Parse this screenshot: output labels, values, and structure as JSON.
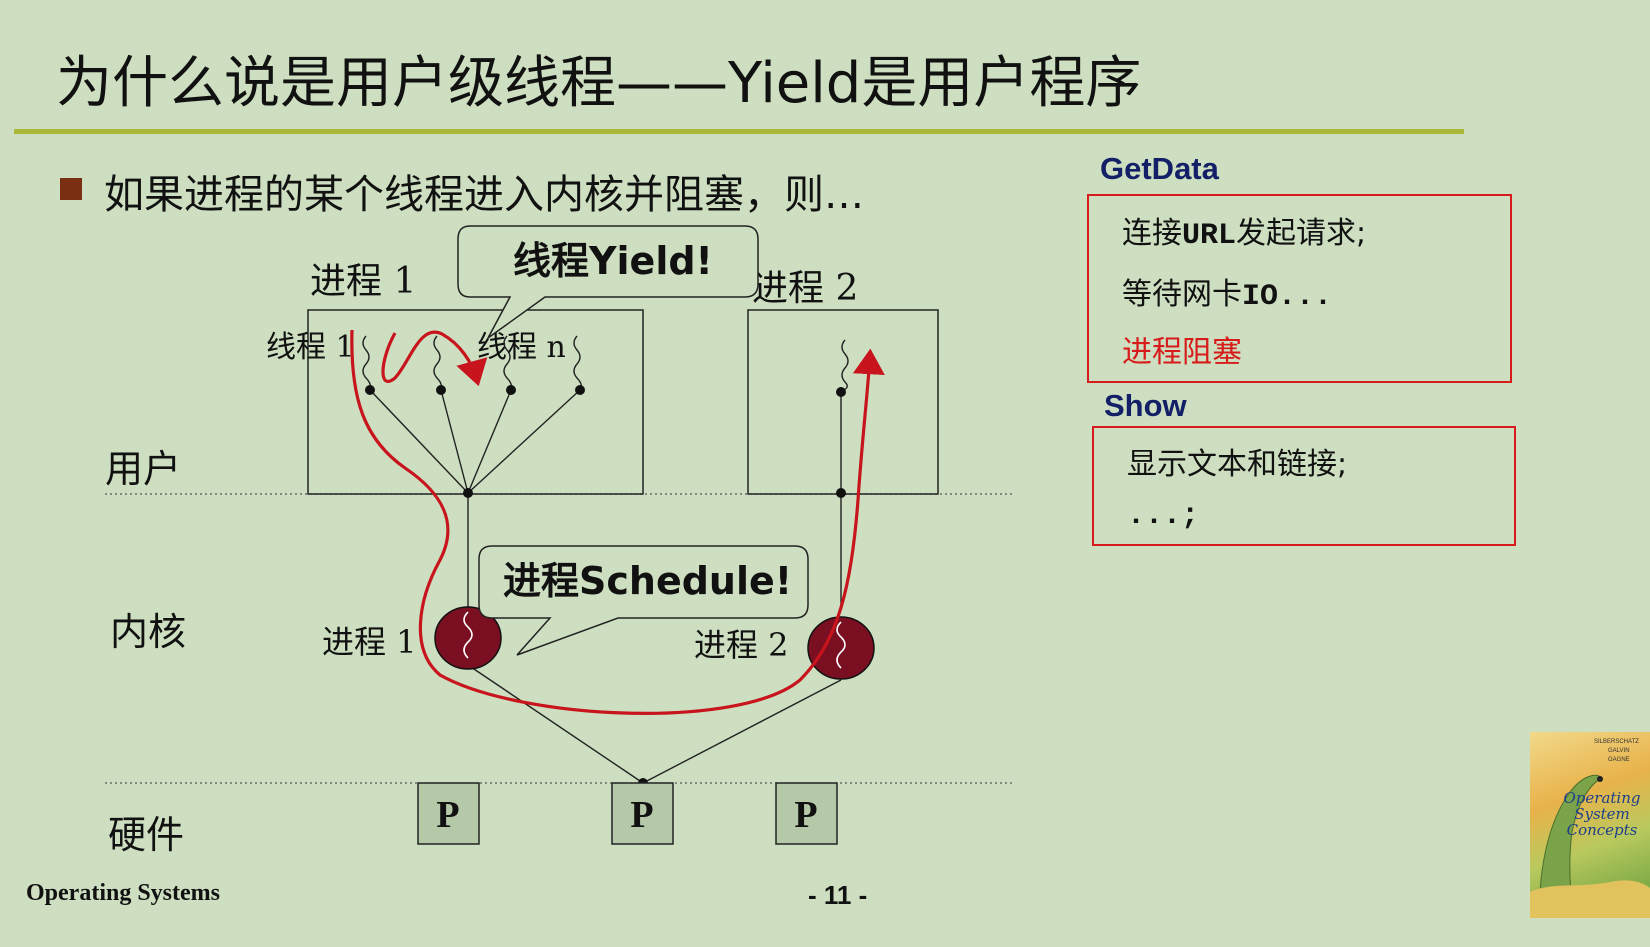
{
  "slide": {
    "title": "为什么说是用户级线程——Yield是用户程序",
    "bullet": "如果进程的某个线程进入内核并阻塞，则…"
  },
  "diagram": {
    "levels": {
      "user": "用户",
      "kernel": "内核",
      "hardware": "硬件"
    },
    "process1_label": "进程 1",
    "process2_label": "进程 2",
    "thread1_label": "线程 1",
    "threadn_label": "线程 n",
    "kernel_process1_label": "进程 1",
    "kernel_process2_label": "进程 2",
    "callout_yield": "线程Yield!",
    "callout_schedule": "进程Schedule!",
    "processors": [
      "P",
      "P",
      "P"
    ],
    "colors": {
      "background": "#cddfc0",
      "arrow": "#c8141c",
      "kernel_node": "#7a0f22",
      "processor_fill": "#b5c8a8"
    }
  },
  "getdata": {
    "heading": "GetData",
    "line1_prefix": "连接",
    "line1_mono": "URL",
    "line1_suffix": "发起请求;",
    "line2_prefix": "等待网卡",
    "line2_mono": "IO...",
    "line3": "进程阻塞"
  },
  "show": {
    "heading": "Show",
    "line1": "显示文本和链接;",
    "line2": "...;"
  },
  "footer": {
    "course": "Operating Systems",
    "page": "- 11 -"
  },
  "book": {
    "title_line1": "Operating",
    "title_line2": "System",
    "title_line3": "Concepts",
    "authors_line1": "SILBERSCHATZ",
    "authors_line2": "GALVIN",
    "authors_line3": "GAGNE"
  }
}
